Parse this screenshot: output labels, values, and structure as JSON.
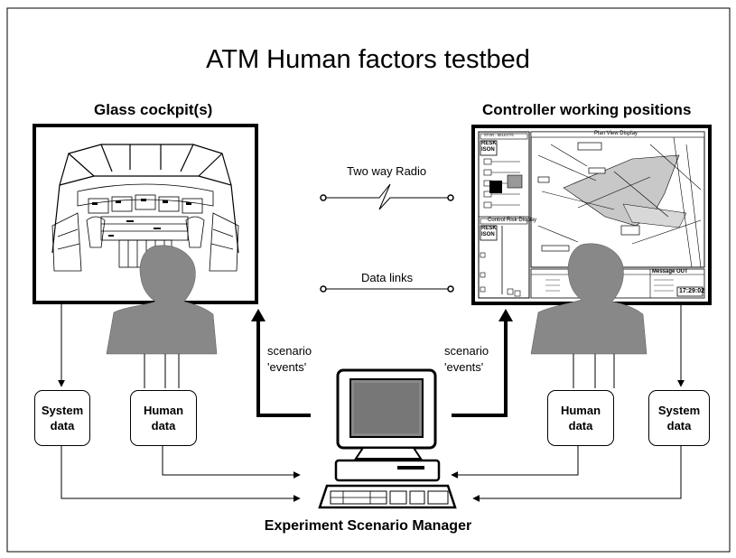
{
  "title": "ATM Human factors testbed",
  "left_header": "Glass cockpit(s)",
  "right_header": "Controller working positions",
  "links": {
    "radio": "Two way Radio",
    "data": "Data links"
  },
  "scenario_left": {
    "line1": "scenario",
    "line2": "'events'"
  },
  "scenario_right": {
    "line1": "scenario",
    "line2": "'events'"
  },
  "boxes": {
    "left_system": {
      "line1": "System",
      "line2": "data"
    },
    "left_human": {
      "line1": "Human",
      "line2": "data"
    },
    "right_human": {
      "line1": "Human",
      "line2": "data"
    },
    "right_system": {
      "line1": "System",
      "line2": "data"
    }
  },
  "manager": "Experiment Scenario Manager",
  "display": {
    "plan_view": "Plan View Display",
    "control_risk": "Control Risk Display",
    "message_out": "Message OUT",
    "time": "17:29:02",
    "left_top": "STOR - SELECTS",
    "tag1": "RESK",
    "tag2": "ISON"
  },
  "colors": {
    "silhouette": "#888888",
    "shading": "#c8c8c8",
    "line": "#000000"
  }
}
